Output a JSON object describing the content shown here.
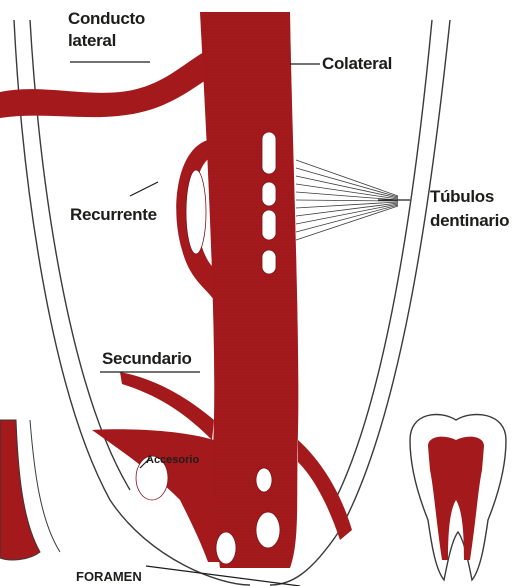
{
  "labels": {
    "conducto_lateral_1": "Conducto",
    "conducto_lateral_2": "lateral",
    "colateral": "Colateral",
    "tubulos_1": "Túbulos",
    "tubulos_2": "dentinario",
    "recurrente": "Recurrente",
    "secundario": "Secundario",
    "accesorio": "Accesorio",
    "foramen": "FORAMEN"
  },
  "colors": {
    "canal": "#a3191c",
    "canal_dark": "#7e1214",
    "line": "#3a3a3a",
    "background": "#ffffff"
  }
}
